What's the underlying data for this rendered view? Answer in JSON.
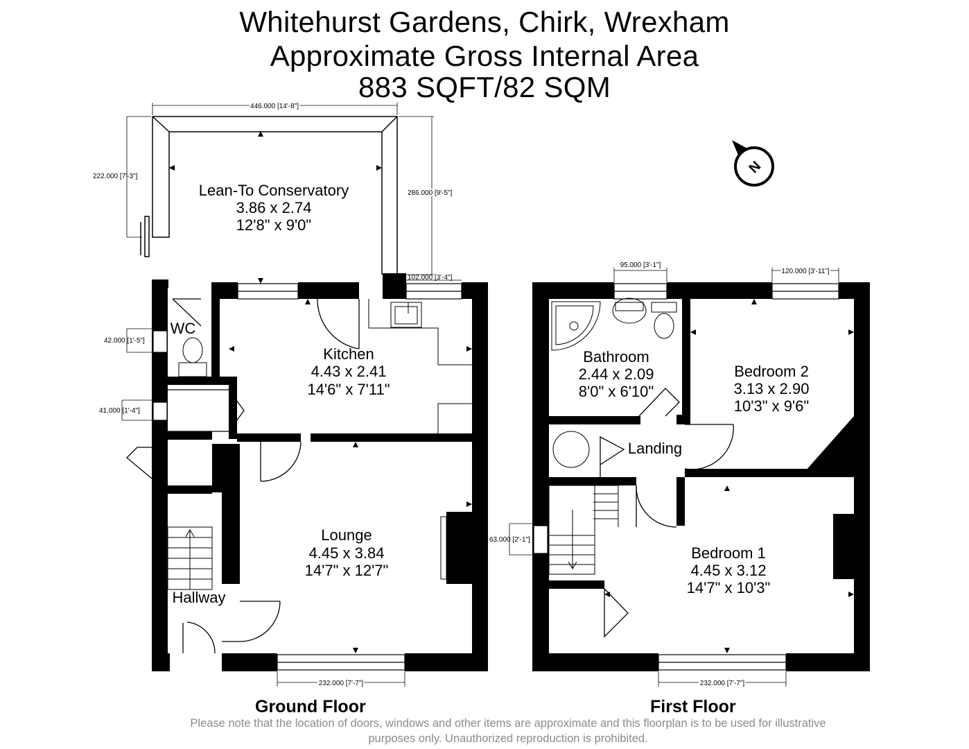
{
  "header": {
    "line1": "Whitehurst Gardens, Chirk, Wrexham",
    "line2": "Approximate Gross Internal Area",
    "line3": "883 SQFT/82 SQM"
  },
  "rooms": {
    "conservatory": {
      "name": "Lean-To Conservatory",
      "metric": "3.86 x 2.74",
      "imperial": "12'8\" x 9'0\""
    },
    "kitchen": {
      "name": "Kitchen",
      "metric": "4.43 x 2.41",
      "imperial": "14'6\" x 7'11\""
    },
    "wc": {
      "name": "WC"
    },
    "lounge": {
      "name": "Lounge",
      "metric": "4.45 x 3.84",
      "imperial": "14'7\" x 12'7\""
    },
    "hallway": {
      "name": "Hallway"
    },
    "bathroom": {
      "name": "Bathroom",
      "metric": "2.44 x 2.09",
      "imperial": "8'0\" x 6'10\""
    },
    "bedroom2": {
      "name": "Bedroom 2",
      "metric": "3.13 x 2.90",
      "imperial": "10'3\" x 9'6\""
    },
    "landing": {
      "name": "Landing"
    },
    "bedroom1": {
      "name": "Bedroom 1",
      "metric": "4.45 x 3.12",
      "imperial": "14'7\" x 10'3\""
    }
  },
  "dimensions": {
    "conservatory_width": "446.000 [14'-8\"]",
    "conservatory_left": "222.000 [7'-3\"]",
    "conservatory_right": "286.000 [9'-5\"]",
    "kitchen_window": "102.000 [3'-4\"]",
    "wc_window": "42.000 [1'-5\"]",
    "store_window": "41.000 [1'-4\"]",
    "lounge_window": "232.000 [7'-7\"]",
    "bathroom_window": "95.000 [3'-1\"]",
    "bedroom2_window": "120.000 [3'-11\"]",
    "stair_window": "63.000 [2'-1\"]",
    "bedroom1_window": "232.000 [7'-7\"]"
  },
  "compass": {
    "label": "N"
  },
  "floors": {
    "ground": "Ground Floor",
    "first": "First Floor"
  },
  "disclaimer": {
    "line1": "Please note that the location of doors, windows and other items are approximate and this floorplan is to be used for illustrative",
    "line2": "purposes only. Unauthorized reproduction is prohibited."
  },
  "colors": {
    "wall": "#000000",
    "dimension": "#000000",
    "disclaimer": "#8a8a8a"
  }
}
